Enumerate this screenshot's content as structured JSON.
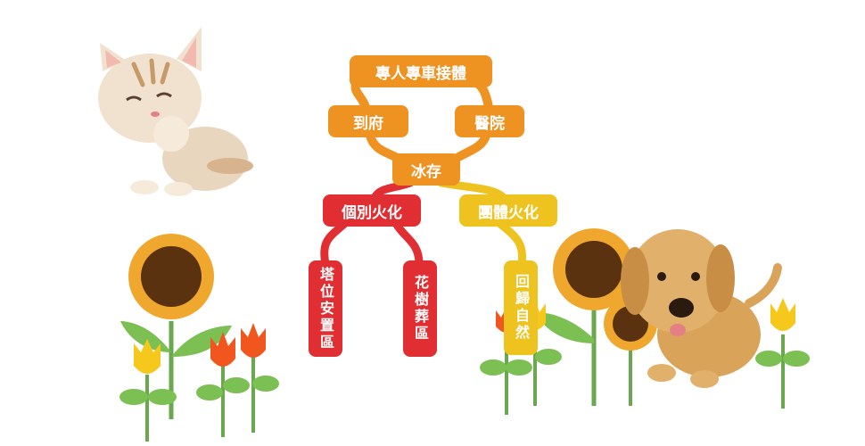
{
  "mindmap": {
    "root": "專人專車接體",
    "pickup_home": "到府",
    "pickup_hospital": "醫院",
    "storage": "冰存",
    "individual": "個別火化",
    "group": "團體火化",
    "tower": "塔位安置區",
    "tree_burial": "花樹葬區",
    "return_nature": "回歸自然"
  },
  "colors": {
    "orange": "#ee9222",
    "red": "#e02e32",
    "yellow": "#eec21f",
    "sunflower_petal": "#f0a72e",
    "sunflower_center": "#5a3210",
    "tulip_red": "#f0561e",
    "tulip_yellow": "#f6c81c",
    "stem": "#6aa84f",
    "leaf": "#7cbf52"
  },
  "decor": {
    "kitten": "kitten-illustration",
    "puppy": "puppy-illustration",
    "flowers": "sunflower-and-tulip-illustration"
  }
}
